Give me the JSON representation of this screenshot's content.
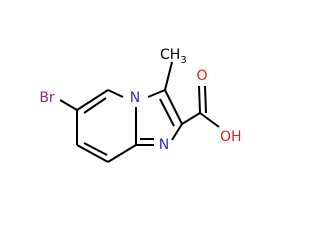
{
  "molecule": {
    "atoms": {
      "bromine": "Br",
      "methyl": "CH",
      "methyl_subscript": "3",
      "ring_nitrogen": "N",
      "imine_nitrogen": "N",
      "carbonyl_oxygen": "O",
      "hydroxyl": "OH"
    },
    "colors": {
      "bond": "#000000",
      "bromine": "#8B2A8B",
      "nitrogen": "#3030C8",
      "oxygen": "#E0201A",
      "carbon": "#000000"
    }
  }
}
